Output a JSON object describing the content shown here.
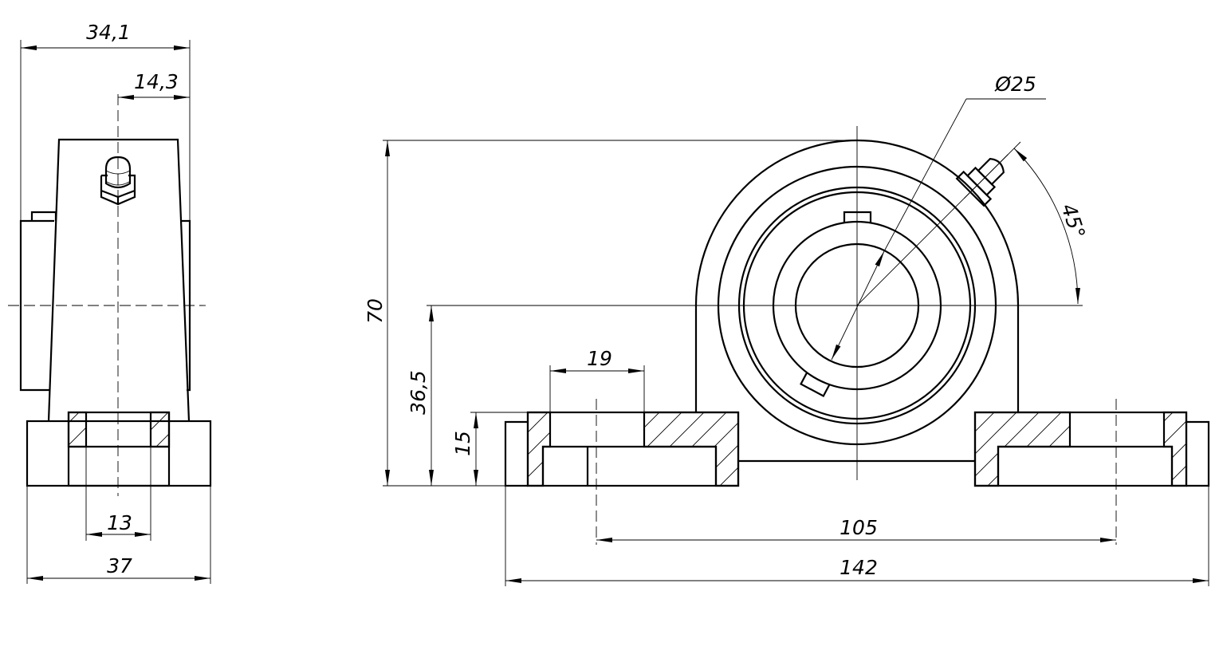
{
  "side_view": {
    "dims": {
      "overall_depth": "34,1",
      "offset_to_center": "14,3",
      "slot_width": "13",
      "base_width": "37"
    }
  },
  "front_view": {
    "dims": {
      "height": "70",
      "center_height": "36,5",
      "base_thickness": "15",
      "slot_length": "19",
      "bolt_spacing": "105",
      "overall_length": "142",
      "bore_diameter": "Ø25",
      "nipple_angle": "45°"
    }
  }
}
